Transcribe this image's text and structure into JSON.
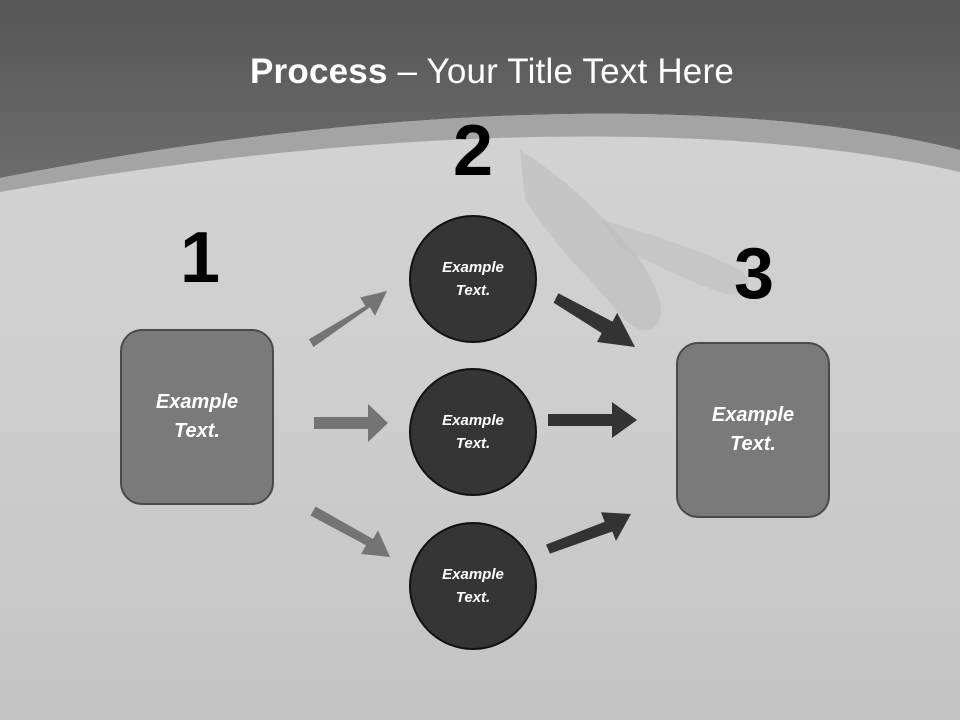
{
  "title": {
    "bold": "Process",
    "rest": " – Your Title Text Here"
  },
  "steps": {
    "one": "1",
    "two": "2",
    "three": "3"
  },
  "left_box": {
    "line1": "Example",
    "line2": "Text."
  },
  "right_box": {
    "line1": "Example",
    "line2": "Text."
  },
  "circles": [
    {
      "line1": "Example",
      "line2": "Text."
    },
    {
      "line1": "Example",
      "line2": "Text."
    },
    {
      "line1": "Example",
      "line2": "Text."
    }
  ],
  "colors": {
    "header": "#5e5e5e",
    "background": "#c9c9c9",
    "box_fill": "#7a7a7a",
    "circle_fill": "#353535",
    "arrow_light": "#747474",
    "arrow_dark": "#333333"
  }
}
